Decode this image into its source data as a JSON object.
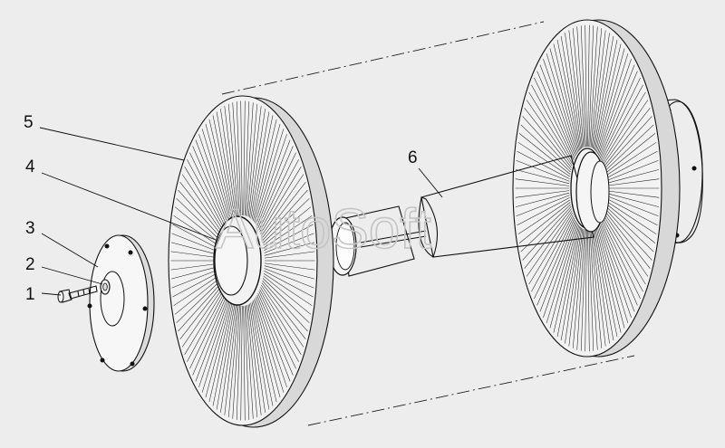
{
  "diagram": {
    "background": "#ededed",
    "line_color": "#111111",
    "watermark": "AutoSoft",
    "callouts": [
      {
        "id": "1",
        "label": "1",
        "part": "bolt"
      },
      {
        "id": "2",
        "label": "2",
        "part": "washer"
      },
      {
        "id": "3",
        "label": "3",
        "part": "flange"
      },
      {
        "id": "4",
        "label": "4",
        "part": "inner ring"
      },
      {
        "id": "5",
        "label": "5",
        "part": "disc"
      },
      {
        "id": "6",
        "label": "6",
        "part": "shaft"
      }
    ]
  }
}
